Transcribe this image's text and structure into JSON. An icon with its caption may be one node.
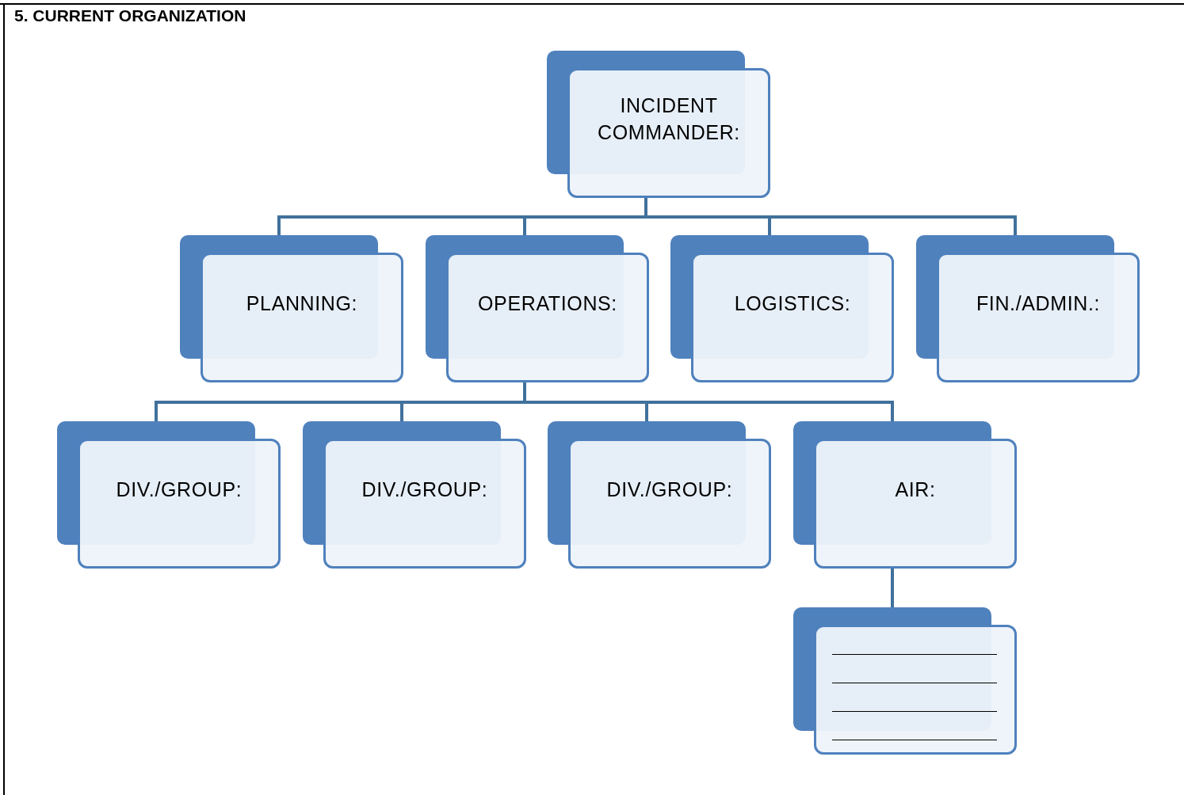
{
  "diagram": {
    "title": "5.  CURRENT ORGANIZATION",
    "nodes": [
      {
        "text": [
          "INCIDENT COMMANDER:"
        ]
      },
      {
        "text": [
          "PLANNING:"
        ]
      },
      {
        "text": [
          "OPERATIONS:"
        ]
      },
      {
        "text": [
          "LOGISTICS:"
        ]
      },
      {
        "text": [
          "FIN./ADMIN.:"
        ]
      },
      {
        "text": [
          "DIV./GROUP:"
        ]
      },
      {
        "text": [
          "DIV./GROUP:"
        ]
      },
      {
        "text": [
          "DIV./GROUP:"
        ]
      },
      {
        "text": [
          "AIR:"
        ]
      },
      {
        "text": [],
        "shape": "box"
      }
    ],
    "edges": [
      {
        "from": 0,
        "to": 1,
        "arrow": "none"
      },
      {
        "from": 0,
        "to": 2,
        "arrow": "none"
      },
      {
        "from": 0,
        "to": 3,
        "arrow": "none"
      },
      {
        "from": 0,
        "to": 4,
        "arrow": "none"
      },
      {
        "from": 2,
        "to": 5,
        "arrow": "none"
      },
      {
        "from": 2,
        "to": 6,
        "arrow": "none"
      },
      {
        "from": 2,
        "to": 7,
        "arrow": "none"
      },
      {
        "from": 2,
        "to": 8,
        "arrow": "none"
      },
      {
        "from": 8,
        "to": 9,
        "arrow": "none"
      }
    ]
  }
}
